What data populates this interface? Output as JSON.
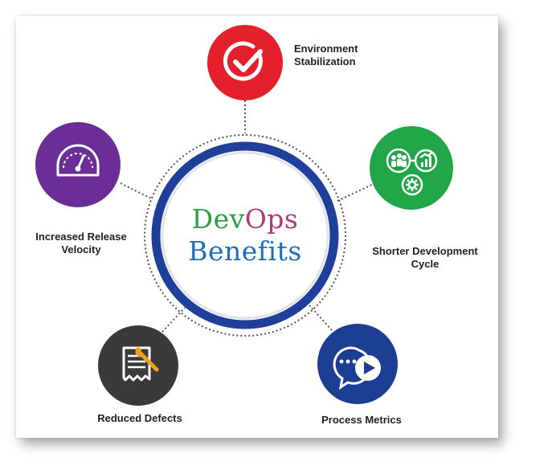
{
  "hub": {
    "word_part1": "Dev",
    "word_part2": "Ops",
    "word2": "Benefits"
  },
  "benefits": [
    {
      "label_line1": "Environment",
      "label_line2": "Stabilization",
      "color": "#e3202b",
      "icon": "check-circle-icon"
    },
    {
      "label_line1": "Shorter Development",
      "label_line2": "Cycle",
      "color": "#22a64a",
      "icon": "team-chart-gear-icon"
    },
    {
      "label_line1": "Process Metrics",
      "label_line2": "",
      "color": "#1c3f93",
      "icon": "chat-play-icon"
    },
    {
      "label_line1": "Reduced Defects",
      "label_line2": "",
      "color": "#3a3a3a",
      "icon": "document-wrench-icon"
    },
    {
      "label_line1": "Increased Release",
      "label_line2": "Velocity",
      "color": "#6a2e96",
      "icon": "speedometer-icon"
    }
  ],
  "colors": {
    "hub_ring": "#1f3f9b",
    "connector": "#555555"
  }
}
